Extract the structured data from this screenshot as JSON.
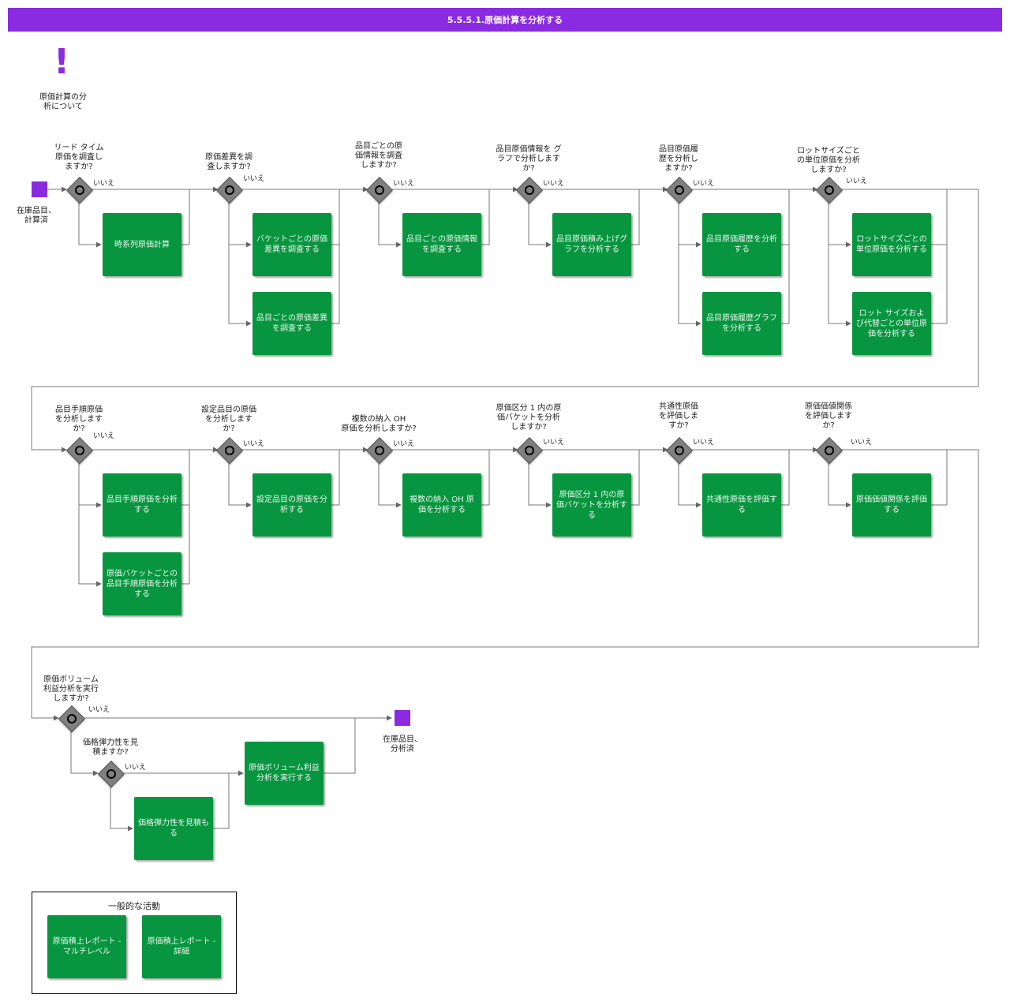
{
  "title": "5.5.5.1.原価計算を分析する",
  "note": {
    "icon": "exclamation-icon",
    "label": "原価計算の分\n析について"
  },
  "events": {
    "start": "在庫品目、\n計算済",
    "end": "在庫品目、\n分析済"
  },
  "no_label": "いいえ",
  "questions": [
    "リード タイム\n原価を調査し\nますか?",
    "原価差異を調\n査しますか?",
    "品目ごとの原\n価情報を調査\nしますか?",
    "品目原価情報を グ\nラフで分析します\nか?",
    "品目原価履\n歴を分析し\nますか?",
    "ロットサイズごと\nの単位原価を分析\nしますか?",
    "品目手順原価\nを分析します\nか?",
    "設定品目の原価\nを分析します\nか?",
    "複数の納入 OH\n原価を分析しますか?",
    "原価区分 1 内の原\n価バケットを分析\nしますか?",
    "共通性原価\nを評価しま\nすか?",
    "原価価値関係\nを評価します\nか?",
    "原価ボリューム\n利益分析を実行\nしますか?",
    "価格弾力性を見\n積ますか?"
  ],
  "tasks": [
    "時系列原価計算",
    "バケットごとの原価差異を調査する",
    "品目ごとの原価差異を調査する",
    "品目ごとの原価情報を調査する",
    "品目原価積み上げグラフを分析する",
    "品目原価履歴を分析する",
    "品目原価履歴グラフを分析する",
    "ロットサイズごとの単位原価を分析する",
    "ロット サイズおよび代替ごとの単位原価を分析する",
    "品目手順原価を分析する",
    "原価バケットごとの品目手順原価を分析する",
    "設定品目の原価を分析する",
    "複数の納入 OH 原価を分析する",
    "原価区分 1 内の原価バケットを分析する",
    "共通性原価を評価する",
    "原価価値関係を評価する",
    "原価ボリューム利益分析を実行する",
    "価格弾力性を見積もる"
  ],
  "general": {
    "title": "一般的な活動",
    "items": [
      "原価積上レポート - マルチレベル",
      "原価積上レポート - 詳細"
    ]
  },
  "colors": {
    "brand": "#8a2be2",
    "task": "#07963f",
    "gateway": "#808080"
  }
}
